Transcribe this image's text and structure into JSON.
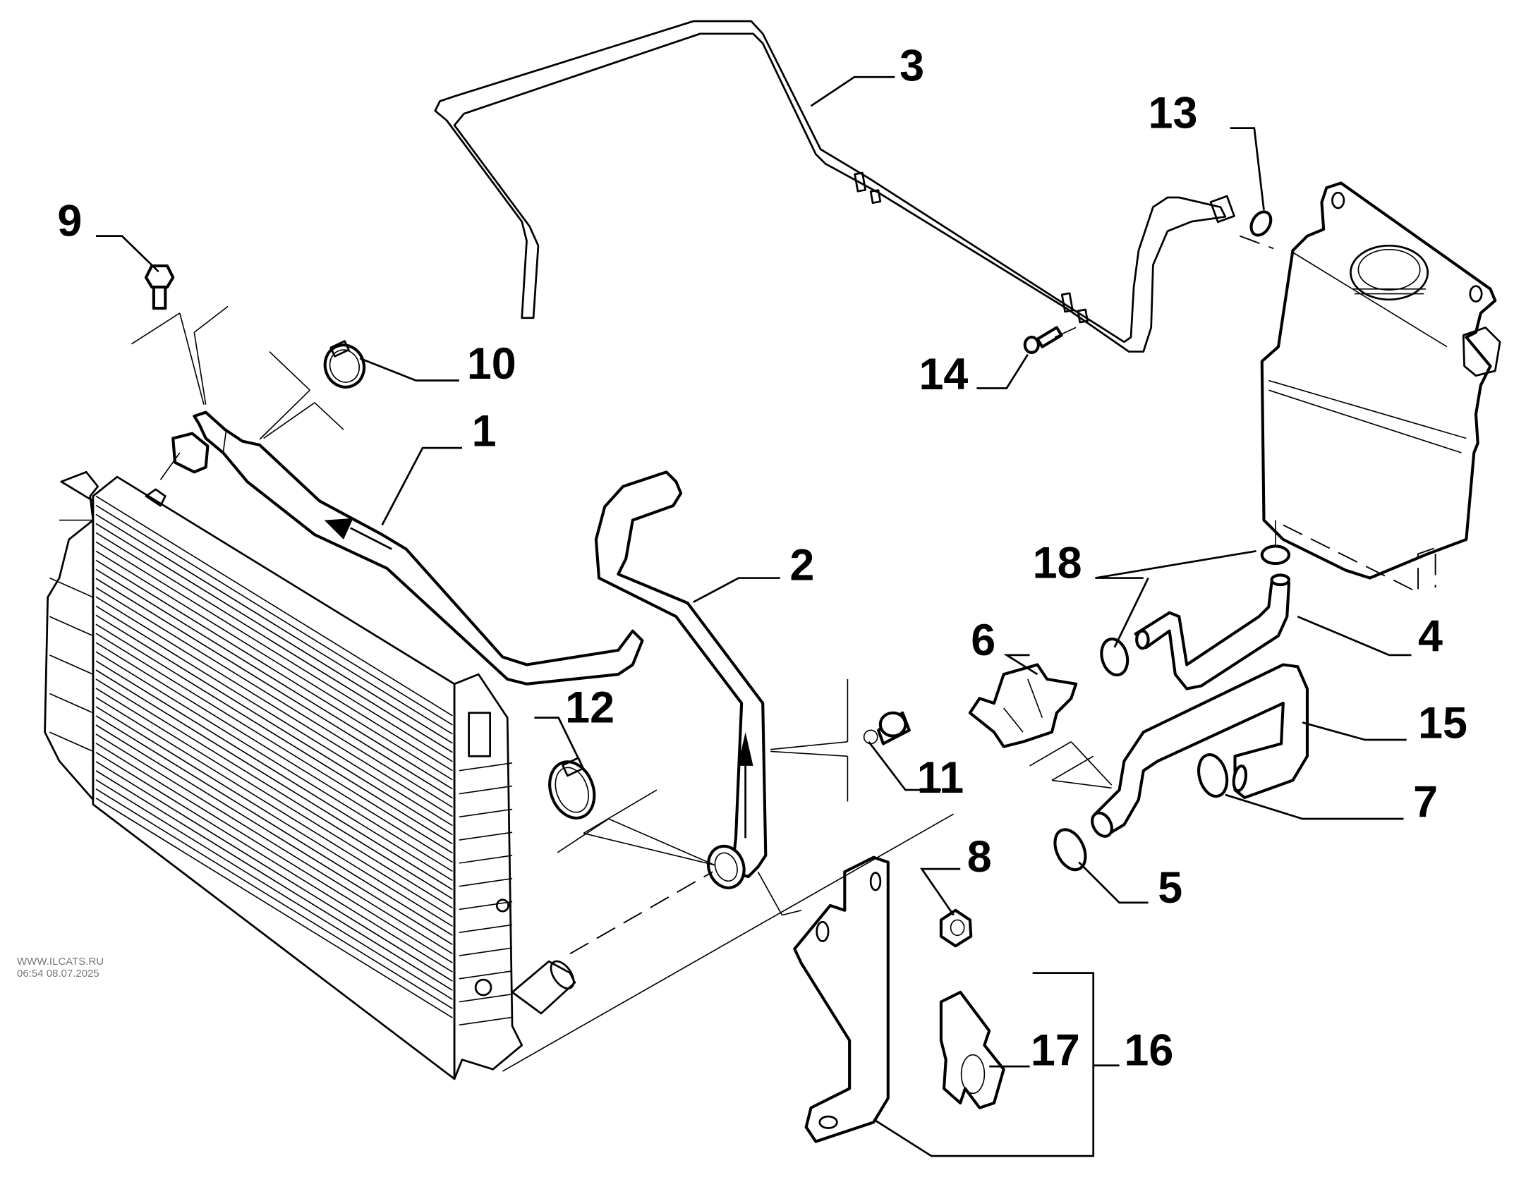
{
  "diagram": {
    "title": "Engine cooling system: radiator hoses and expansion tank",
    "callouts": [
      {
        "num": "1",
        "part": "radiator-upper-hose"
      },
      {
        "num": "2",
        "part": "radiator-lower-hose"
      },
      {
        "num": "3",
        "part": "expansion-tank-bleed-pipe"
      },
      {
        "num": "4",
        "part": "expansion-tank-outlet-hose"
      },
      {
        "num": "5",
        "part": "hose-clamp"
      },
      {
        "num": "6",
        "part": "hose-bracket"
      },
      {
        "num": "7",
        "part": "hose-clamp"
      },
      {
        "num": "8",
        "part": "nut"
      },
      {
        "num": "9",
        "part": "bolt"
      },
      {
        "num": "10",
        "part": "hose-clamp"
      },
      {
        "num": "11",
        "part": "bolt"
      },
      {
        "num": "12",
        "part": "hose-clamp"
      },
      {
        "num": "13",
        "part": "hose-clamp"
      },
      {
        "num": "14",
        "part": "bolt"
      },
      {
        "num": "15",
        "part": "coolant-hose"
      },
      {
        "num": "16",
        "part": "support-bracket-kit"
      },
      {
        "num": "17",
        "part": "hose-clip"
      },
      {
        "num": "18",
        "part": "hose-clamp"
      }
    ]
  },
  "watermark": {
    "site": "WWW.ILCATS.RU",
    "timestamp": "06:54 08.07.2025"
  }
}
